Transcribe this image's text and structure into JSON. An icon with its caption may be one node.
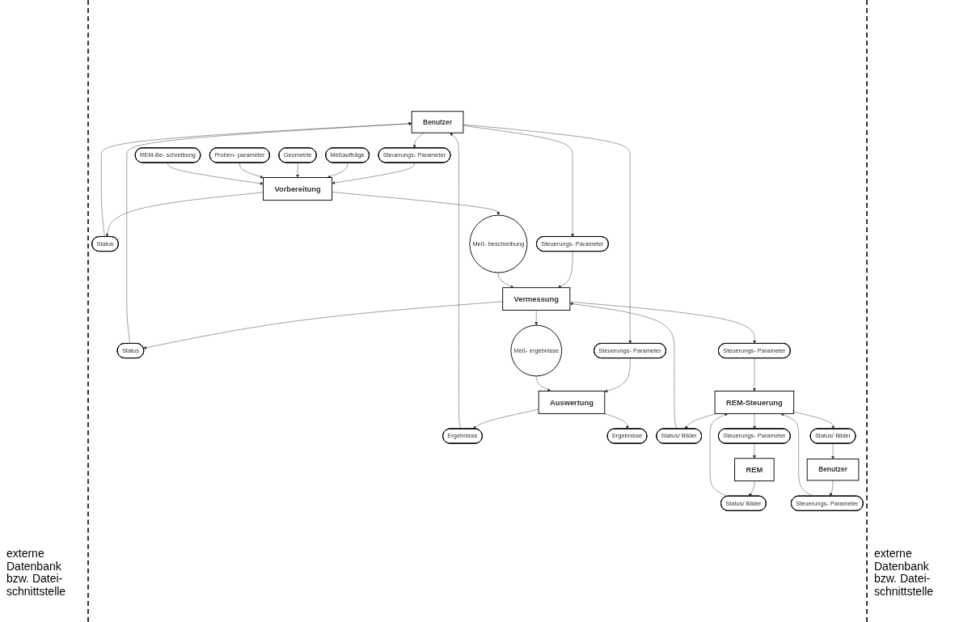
{
  "diagram": {
    "nodes": [
      {
        "text": [
          "Benutzer"
        ]
      },
      {
        "text": [
          "Status"
        ]
      },
      {
        "text": [
          "Steuerungs- Parameter"
        ]
      },
      {
        "text": [
          "Status"
        ]
      },
      {
        "text": [
          "Steuerungs- Parameter"
        ]
      },
      {
        "text": [
          "Ergebnisse"
        ]
      },
      {
        "text": [
          "Steuerungs- Parameter"
        ]
      },
      {
        "text": [
          "Meßaufträge"
        ]
      },
      {
        "text": [
          "Geometrie"
        ]
      },
      {
        "text": [
          "Vorbereitung"
        ]
      },
      {
        "text": [
          "Meß- beschreibung"
        ]
      },
      {
        "text": [
          "Vermessung"
        ]
      },
      {
        "text": [
          "Meß- ergebnisse"
        ]
      },
      {
        "text": [
          "Auswertung"
        ]
      },
      {
        "text": [
          "Ergebnisse"
        ]
      },
      {
        "text": [
          "Proben- parameter"
        ]
      },
      {
        "text": [
          "REM-Be- schreibung"
        ]
      },
      {
        "text": [
          "Status/ Bilder"
        ]
      },
      {
        "text": [
          "Steuerungs- Parameter"
        ]
      },
      {
        "text": [
          "REM"
        ]
      },
      {
        "text": [
          "Status/ Bilder"
        ]
      },
      {
        "text": [
          "REM-Steuerung"
        ]
      },
      {
        "text": [
          "Steuerungs- Parameter"
        ]
      },
      {
        "text": [
          "Status/ Bilder"
        ]
      },
      {
        "text": [
          "Steuerungs- Parameter"
        ]
      },
      {
        "text": [
          "Benutzer"
        ]
      }
    ],
    "edges": [
      {
        "from": 9,
        "to": 1,
        "arrow": "to"
      },
      {
        "from": 1,
        "to": 0,
        "arrow": "to"
      },
      {
        "from": 0,
        "to": 2,
        "arrow": "to"
      },
      {
        "from": 2,
        "to": 9,
        "arrow": "to"
      },
      {
        "from": 11,
        "to": 3,
        "arrow": "to"
      },
      {
        "from": 3,
        "to": 0,
        "arrow": "to"
      },
      {
        "from": 0,
        "to": 4,
        "arrow": "to"
      },
      {
        "from": 4,
        "to": 11,
        "arrow": "to"
      },
      {
        "from": 13,
        "to": 5,
        "arrow": "to"
      },
      {
        "from": 5,
        "to": 0,
        "arrow": "to"
      },
      {
        "from": 0,
        "to": 6,
        "arrow": "to"
      },
      {
        "from": 6,
        "to": 13,
        "arrow": "to"
      },
      {
        "from": 7,
        "to": 9,
        "arrow": "to"
      },
      {
        "from": 8,
        "to": 9,
        "arrow": "to"
      },
      {
        "from": 15,
        "to": 9,
        "arrow": "to"
      },
      {
        "from": 16,
        "to": 9,
        "arrow": "to"
      },
      {
        "from": 9,
        "to": 10,
        "arrow": "to"
      },
      {
        "from": 10,
        "to": 11,
        "arrow": "to"
      },
      {
        "from": 11,
        "to": 12,
        "arrow": "to"
      },
      {
        "from": 12,
        "to": 13,
        "arrow": "to"
      },
      {
        "from": 13,
        "to": 14,
        "arrow": "to"
      },
      {
        "from": 21,
        "to": 17,
        "arrow": "to"
      },
      {
        "from": 17,
        "to": 11,
        "arrow": "to"
      },
      {
        "from": 11,
        "to": 18,
        "arrow": "to"
      },
      {
        "from": 18,
        "to": 21,
        "arrow": "to"
      },
      {
        "from": 19,
        "to": 20,
        "arrow": "to"
      },
      {
        "from": 20,
        "to": 21,
        "arrow": "to"
      },
      {
        "from": 21,
        "to": 22,
        "arrow": "to"
      },
      {
        "from": 22,
        "to": 19,
        "arrow": "to"
      },
      {
        "from": 21,
        "to": 23,
        "arrow": "to"
      },
      {
        "from": 23,
        "to": 25,
        "arrow": "to"
      },
      {
        "from": 25,
        "to": 24,
        "arrow": "to"
      },
      {
        "from": 24,
        "to": 21,
        "arrow": "to"
      }
    ],
    "labels": [
      "externe Datenbank bzw. Datei- schnittstelle",
      "externe Datenbank bzw. Datei- schnittstelle"
    ]
  }
}
